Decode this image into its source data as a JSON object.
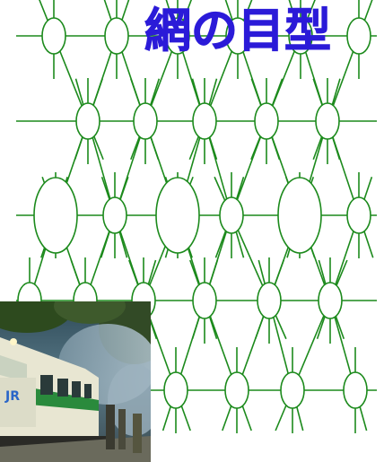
{
  "title": "網の目型",
  "colors": {
    "line": "#1c8a1c",
    "title": "#2b1bd8",
    "background": "#ffffff"
  },
  "photo": {
    "subject": "train-photo",
    "logo": "JR"
  }
}
